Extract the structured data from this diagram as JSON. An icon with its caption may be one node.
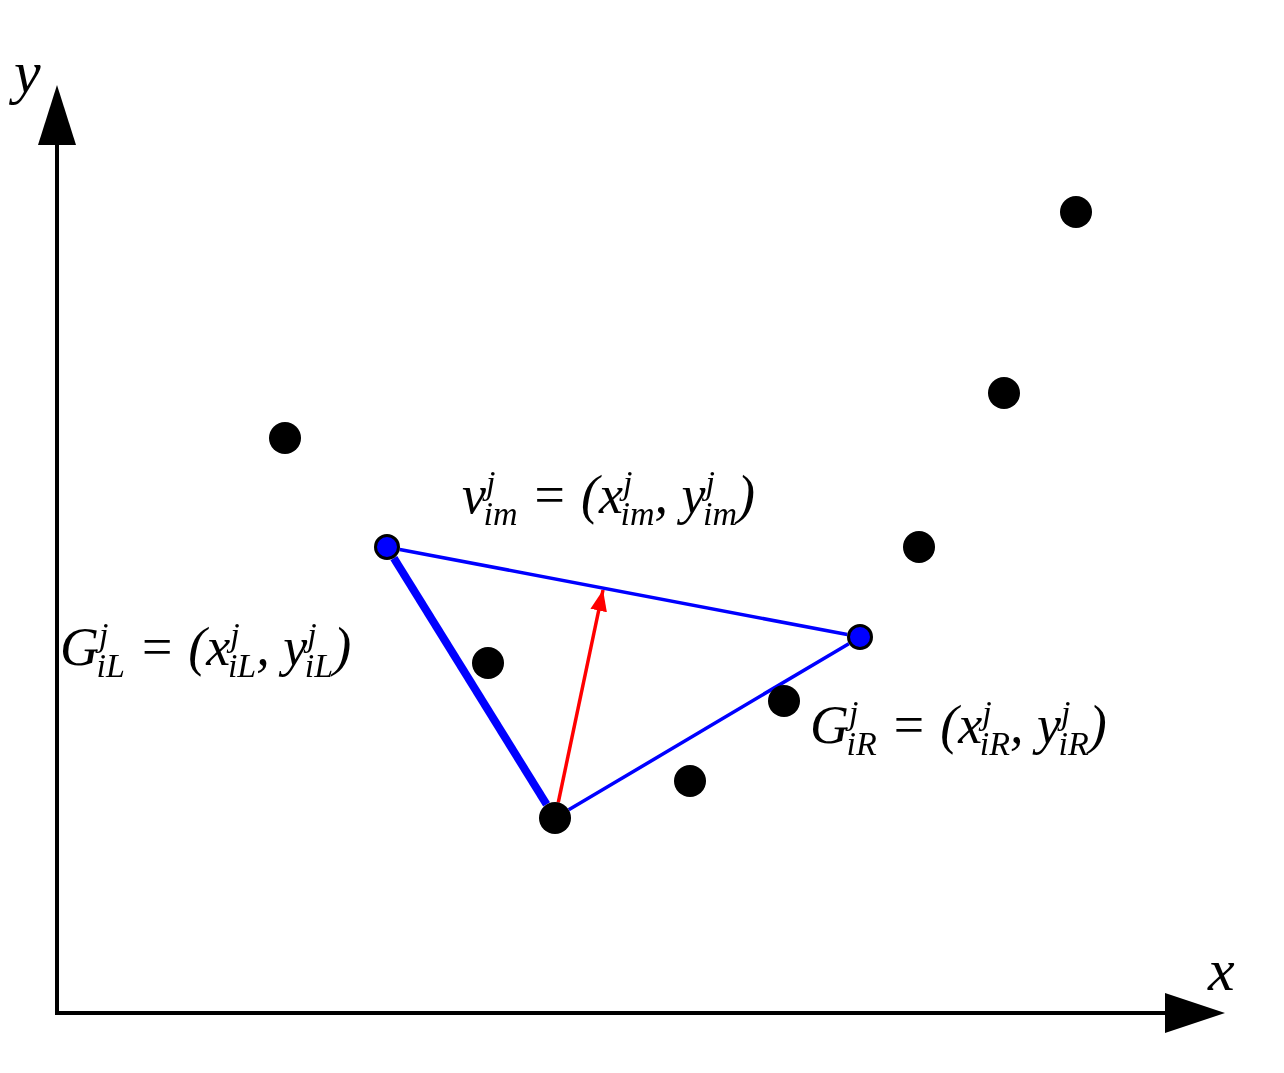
{
  "diagram": {
    "nodes": [
      {
        "text": [],
        "shape": "circle"
      },
      {
        "text": [],
        "shape": "circle"
      },
      {
        "text": [],
        "shape": "circle"
      },
      {
        "text": [
          "G$^{j}$$_{iL}$ = (x$^{j}$$_{iL}$, y$^{j}$$_{iL}$)"
        ]
      },
      {
        "text": [
          "v$^{j}$$_{im}$ = (x$^{j}$$_{im}$, y$^{j}$$_{im}$)"
        ]
      },
      {
        "text": [],
        "shape": "circle"
      },
      {
        "text": [
          "G$^{j}$$_{iR}$ = (x$^{j}$$_{iR}$, y$^{j}$$_{iR}$)"
        ]
      },
      {
        "text": [],
        "shape": "circle"
      },
      {
        "text": [],
        "shape": "circle"
      },
      {
        "text": [],
        "shape": "circle"
      },
      {
        "text": [],
        "shape": "circle"
      }
    ],
    "edges": [
      {
        "from": 3,
        "to": 6,
        "arrow": "none"
      },
      {
        "from": 3,
        "to": 10,
        "arrow": "none",
        "style": "thick"
      },
      {
        "from": 10,
        "to": 6,
        "arrow": "none"
      },
      {
        "from": 10,
        "to": 4,
        "arrow": "to",
        "color": "#ff0000"
      }
    ],
    "labels": [
      "y",
      "x"
    ]
  }
}
